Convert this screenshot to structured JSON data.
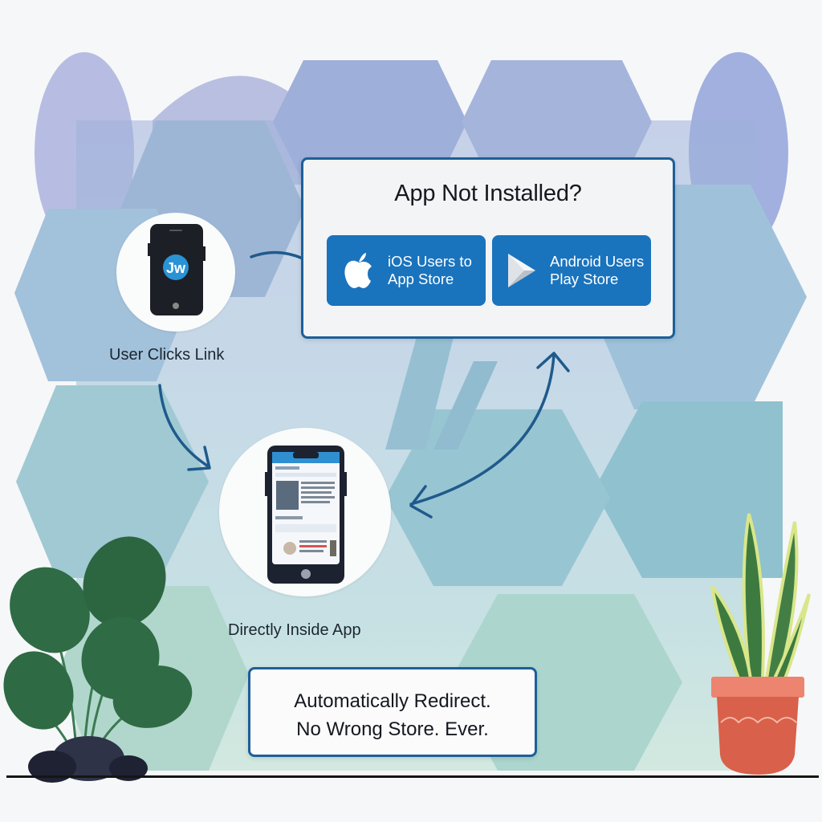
{
  "diagram": {
    "start": {
      "label": "User Clicks Link",
      "icon": "smartphone-with-app-logo-icon",
      "app_logo_text": "Jw"
    },
    "fallback_panel": {
      "title": "App Not Installed?",
      "buttons": [
        {
          "icon": "apple-icon",
          "line1": "iOS Users to",
          "line2": "App Store"
        },
        {
          "icon": "google-play-icon",
          "line1": "Android Users",
          "line2": "Play Store"
        }
      ]
    },
    "destination": {
      "label": "Directly Inside App",
      "icon": "smartphone-with-open-app-icon"
    },
    "tagline": {
      "line1": "Automatically Redirect.",
      "line2": "No Wrong Store. Ever."
    },
    "connectors": [
      {
        "from": "start",
        "to": "fallback_panel",
        "style": "curved-line"
      },
      {
        "from": "start",
        "to": "destination",
        "style": "curved-arrow"
      },
      {
        "from": "destination",
        "to": "fallback_panel",
        "style": "double-headed-curved-arrow"
      }
    ],
    "decorations": [
      "monstera-plant-left",
      "snake-plant-pot-right",
      "hexagon-pattern-background"
    ]
  },
  "colors": {
    "accent_blue": "#1a73bd",
    "border_blue": "#1d5f98",
    "arrow_blue": "#1f5a8c",
    "text_dark": "#15191f",
    "pot_orange": "#e0664d",
    "leaf_green": "#2f6b45"
  }
}
